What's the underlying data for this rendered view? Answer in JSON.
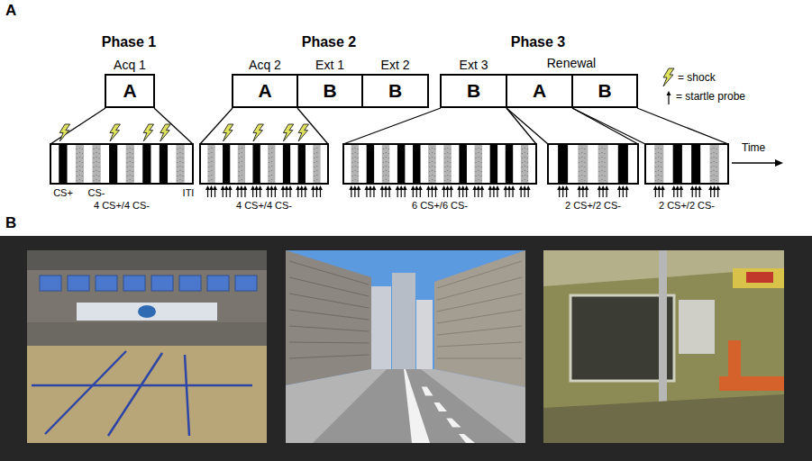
{
  "diagram": {
    "nodes": [
      {
        "text": [
          "Acq 1",
          "A"
        ]
      },
      {
        "text": [
          "Acq 2",
          "A"
        ]
      },
      {
        "text": [
          "Ext 1",
          "B"
        ]
      },
      {
        "text": [
          "Ext 2",
          "B"
        ]
      },
      {
        "text": [
          "Ext 3",
          "B"
        ]
      },
      {
        "text": [
          "A"
        ]
      },
      {
        "text": [
          "B"
        ]
      }
    ],
    "labels": [
      "A",
      "Phase 1",
      "Phase 2",
      "Phase 3",
      "Renewal",
      "CS+",
      "CS-",
      "ITI",
      "4 CS+/4 CS-",
      "4 CS+/4 CS-",
      "6 CS+/6 CS-",
      "2 CS+/2 CS-",
      "2 CS+/2 CS-",
      "Time",
      "B"
    ],
    "legend": [
      {
        "text": "= shock"
      },
      {
        "text": "= startle probe"
      }
    ]
  }
}
